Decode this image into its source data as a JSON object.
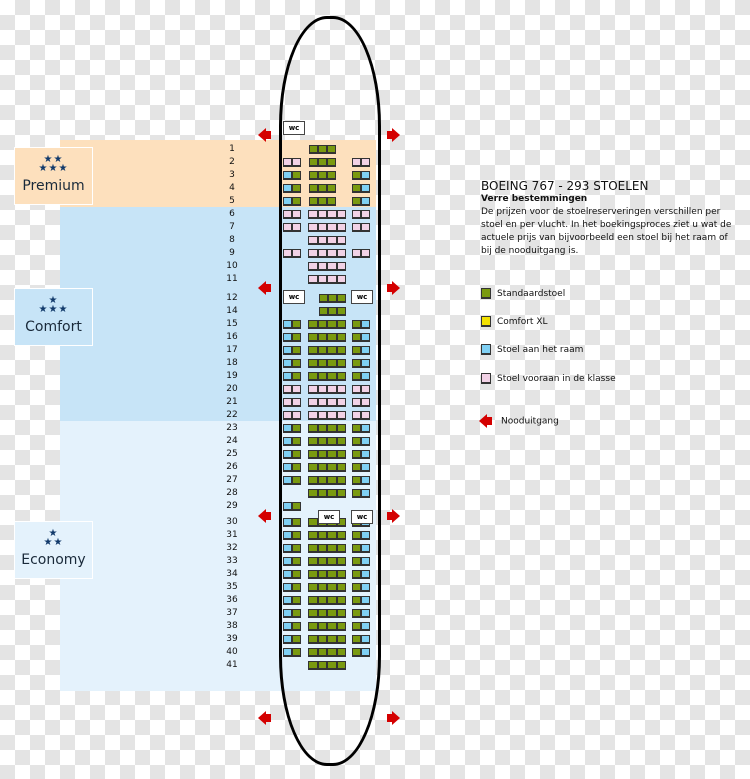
{
  "colors": {
    "green": "#7a9a10",
    "blue": "#7fd0f4",
    "pink": "#f2d2e6",
    "yellow": "#f2e000",
    "premium": "#fde0bd",
    "comfort": "#c7e4f7",
    "economy": "#e4f2fc",
    "exit": "#d40000"
  },
  "classes": [
    {
      "name": "Premium",
      "stars": "★★\n★★★"
    },
    {
      "name": "Comfort",
      "stars": "★\n★★★"
    },
    {
      "name": "Economy",
      "stars": "★\n★★"
    }
  ],
  "wc_label": "wc",
  "info": {
    "title": "BOEING 767 - 293 STOELEN",
    "subtitle": "Verre bestemmingen",
    "text": "De prijzen voor de stoelreserveringen verschillen per stoel en per vlucht. In het boekingsproces ziet u wat de actuele prijs van bijvoorbeeld een stoel bij het raam of bij de nooduitgang is."
  },
  "legend": [
    {
      "label": "Standaardstoel",
      "color": "green"
    },
    {
      "label": "Comfort XL",
      "color": "yellow"
    },
    {
      "label": "Stoel aan het raam",
      "color": "blue"
    },
    {
      "label": "Stoel vooraan in de klasse",
      "color": "pink"
    },
    {
      "label": "Nooduitgang",
      "color": "exit"
    }
  ],
  "rows": [
    {
      "n": "1",
      "L": "",
      "M": "ggg",
      "R": ""
    },
    {
      "n": "2",
      "L": "pp",
      "M": "ggg",
      "R": "pp"
    },
    {
      "n": "3",
      "L": "bg",
      "M": "ggg",
      "R": "gb"
    },
    {
      "n": "4",
      "L": "bg",
      "M": "ggg",
      "R": "gb"
    },
    {
      "n": "5",
      "L": "bg",
      "M": "ggg",
      "R": "gb"
    },
    {
      "n": "6",
      "L": "pp",
      "M": "pppp",
      "R": "pp"
    },
    {
      "n": "7",
      "L": "pp",
      "M": "pppp",
      "R": "pp"
    },
    {
      "n": "8",
      "L": "",
      "M": "pppp",
      "R": ""
    },
    {
      "n": "9",
      "L": "pp",
      "M": "pppp",
      "R": "pp"
    },
    {
      "n": "10",
      "L": "",
      "M": "pppp",
      "R": ""
    },
    {
      "n": "11",
      "L": "",
      "M": "pppp",
      "R": ""
    },
    {
      "n": "12",
      "L": "",
      "M": "ggg",
      "R": ""
    },
    {
      "n": "14",
      "L": "",
      "M": "ggg",
      "R": ""
    },
    {
      "n": "15",
      "L": "bg",
      "M": "gggg",
      "R": "gb"
    },
    {
      "n": "16",
      "L": "bg",
      "M": "gggg",
      "R": "gb"
    },
    {
      "n": "17",
      "L": "bg",
      "M": "gggg",
      "R": "gb"
    },
    {
      "n": "18",
      "L": "bg",
      "M": "gggg",
      "R": "gb"
    },
    {
      "n": "19",
      "L": "bg",
      "M": "gggg",
      "R": "gb"
    },
    {
      "n": "20",
      "L": "pp",
      "M": "pppp",
      "R": "pp"
    },
    {
      "n": "21",
      "L": "pp",
      "M": "pppp",
      "R": "pp"
    },
    {
      "n": "22",
      "L": "pp",
      "M": "pppp",
      "R": "pp"
    },
    {
      "n": "23",
      "L": "bg",
      "M": "gggg",
      "R": "gb"
    },
    {
      "n": "24",
      "L": "bg",
      "M": "gggg",
      "R": "gb"
    },
    {
      "n": "25",
      "L": "bg",
      "M": "gggg",
      "R": "gb"
    },
    {
      "n": "26",
      "L": "bg",
      "M": "gggg",
      "R": "gb"
    },
    {
      "n": "27",
      "L": "bg",
      "M": "gggg",
      "R": "gb"
    },
    {
      "n": "28",
      "L": "",
      "M": "gggg",
      "R": "gb"
    },
    {
      "n": "29",
      "L": "bg",
      "M": "",
      "R": ""
    },
    {
      "n": "30",
      "L": "bg",
      "M": "gggg",
      "R": "gb"
    },
    {
      "n": "31",
      "L": "bg",
      "M": "gggg",
      "R": "gb"
    },
    {
      "n": "32",
      "L": "bg",
      "M": "gggg",
      "R": "gb"
    },
    {
      "n": "33",
      "L": "bg",
      "M": "gggg",
      "R": "gb"
    },
    {
      "n": "34",
      "L": "bg",
      "M": "gggg",
      "R": "gb"
    },
    {
      "n": "35",
      "L": "bg",
      "M": "gggg",
      "R": "gb"
    },
    {
      "n": "36",
      "L": "bg",
      "M": "gggg",
      "R": "gb"
    },
    {
      "n": "37",
      "L": "bg",
      "M": "gggg",
      "R": "gb"
    },
    {
      "n": "38",
      "L": "bg",
      "M": "gggg",
      "R": "gb"
    },
    {
      "n": "39",
      "L": "bg",
      "M": "gggg",
      "R": "gb"
    },
    {
      "n": "40",
      "L": "bg",
      "M": "gggg",
      "R": "gb"
    },
    {
      "n": "41",
      "L": "",
      "M": "gggg",
      "R": ""
    }
  ]
}
